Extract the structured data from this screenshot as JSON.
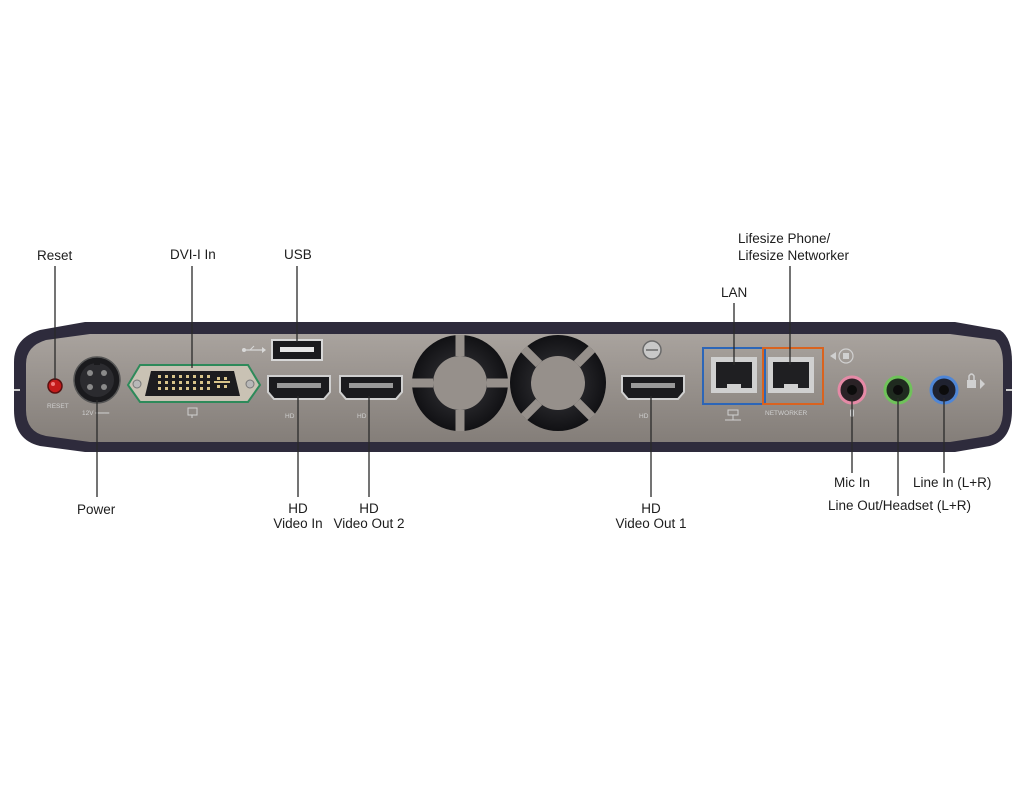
{
  "labels": {
    "reset": "Reset",
    "dvi": "DVI-I In",
    "usb": "USB",
    "lifesize_1": "Lifesize Phone/",
    "lifesize_2": "Lifesize Networker",
    "lan": "LAN",
    "power": "Power",
    "hd_video_in_1": "HD",
    "hd_video_in_2": "Video In",
    "hd_video_out2_1": "HD",
    "hd_video_out2_2": "Video Out 2",
    "hd_video_out1_1": "HD",
    "hd_video_out1_2": "Video Out 1",
    "mic_in": "Mic In",
    "line_in": "Line In (L+R)",
    "line_out": "Line Out/Headset (L+R)"
  },
  "panel_marks": {
    "reset": "RESET",
    "power": "12V ═══",
    "hdmi": "HD",
    "networker": "NETWORKER"
  },
  "colors": {
    "panel": "#96908b",
    "chassis": "#2e2b3c",
    "reset_button": "#c41a1a",
    "dvi_outline": "#2e8a5a",
    "lan_outline": "#2c66b8",
    "networker_outline": "#d9631f",
    "mic_ring": "#e58aa6",
    "line_out_ring": "#6fc25a",
    "line_in_ring": "#4f86d6"
  },
  "icons": [
    "usb-icon",
    "display-icon",
    "network-icon",
    "lock-icon"
  ]
}
